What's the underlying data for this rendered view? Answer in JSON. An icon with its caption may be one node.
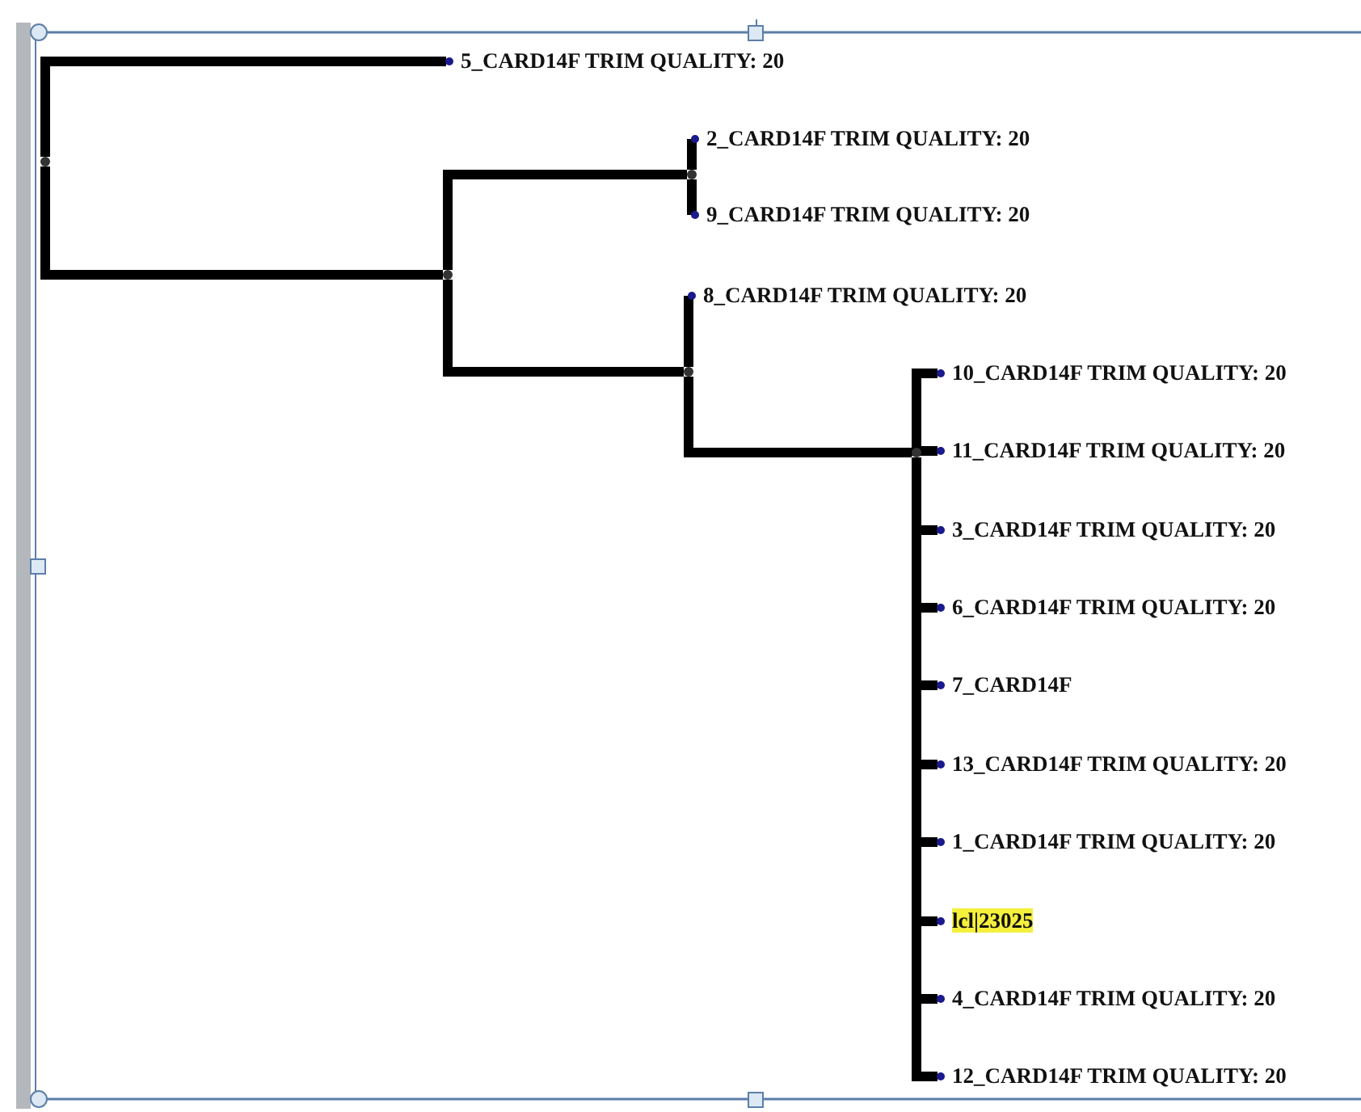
{
  "diagram": {
    "nodes": [
      {
        "text": [],
        "shape": "circle"
      },
      {
        "text": [
          "5_CARD14F TRIM QUALITY: 20"
        ]
      },
      {
        "text": [],
        "shape": "circle"
      },
      {
        "text": [],
        "shape": "circle"
      },
      {
        "text": [
          "2_CARD14F TRIM QUALITY: 20"
        ]
      },
      {
        "text": [
          "9_CARD14F TRIM QUALITY: 20"
        ]
      },
      {
        "text": [],
        "shape": "circle"
      },
      {
        "text": [
          "8_CARD14F TRIM QUALITY: 20"
        ]
      },
      {
        "text": [],
        "shape": "circle"
      },
      {
        "text": [
          "10_CARD14F TRIM QUALITY: 20"
        ]
      },
      {
        "text": [
          "11_CARD14F TRIM QUALITY: 20"
        ]
      },
      {
        "text": [
          "3_CARD14F TRIM QUALITY: 20"
        ]
      },
      {
        "text": [
          "6_CARD14F TRIM QUALITY: 20"
        ]
      },
      {
        "text": [
          "7_CARD14F"
        ]
      },
      {
        "text": [
          "13_CARD14F TRIM QUALITY: 20"
        ]
      },
      {
        "text": [
          "1_CARD14F TRIM QUALITY: 20"
        ]
      },
      {
        "text": [
          "lcl|23025"
        ]
      },
      {
        "text": [
          "4_CARD14F TRIM QUALITY: 20"
        ]
      },
      {
        "text": [
          "12_CARD14F TRIM QUALITY: 20"
        ]
      }
    ],
    "edges": [
      {
        "from": 0,
        "to": 1,
        "arrow": "other"
      },
      {
        "from": 0,
        "to": 2,
        "arrow": "none"
      },
      {
        "from": 2,
        "to": 3,
        "arrow": "none"
      },
      {
        "from": 2,
        "to": 6,
        "arrow": "none"
      },
      {
        "from": 3,
        "to": 4,
        "arrow": "other"
      },
      {
        "from": 3,
        "to": 5,
        "arrow": "other"
      },
      {
        "from": 6,
        "to": 7,
        "arrow": "other"
      },
      {
        "from": 6,
        "to": 8,
        "arrow": "none"
      },
      {
        "from": 8,
        "to": 9,
        "arrow": "other"
      },
      {
        "from": 8,
        "to": 10,
        "arrow": "other"
      },
      {
        "from": 8,
        "to": 11,
        "arrow": "other"
      },
      {
        "from": 8,
        "to": 12,
        "arrow": "other"
      },
      {
        "from": 8,
        "to": 13,
        "arrow": "other"
      },
      {
        "from": 8,
        "to": 14,
        "arrow": "other"
      },
      {
        "from": 8,
        "to": 15,
        "arrow": "other"
      },
      {
        "from": 8,
        "to": 16,
        "arrow": "other"
      },
      {
        "from": 8,
        "to": 17,
        "arrow": "other"
      },
      {
        "from": 8,
        "to": 18,
        "arrow": "other"
      }
    ]
  }
}
